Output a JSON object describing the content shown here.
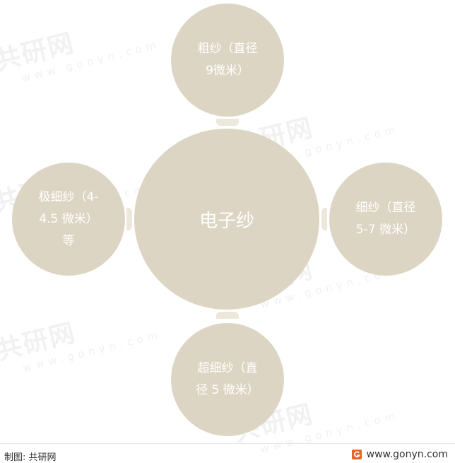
{
  "watermark": {
    "cn": "共研网",
    "en": "www.gonyn.com"
  },
  "center": {
    "label": "电子纱"
  },
  "nodes": {
    "top": {
      "line1": "粗纱（直径",
      "line2": "9微米）"
    },
    "right": {
      "line1": "细纱（直径",
      "line2": "5-7 微米）"
    },
    "bottom": {
      "line1": "超细纱（直",
      "line2": "径 5 微米）"
    },
    "left": {
      "line1": "极细纱（4-",
      "line2": "4.5 微米）",
      "line3": "等"
    }
  },
  "footer": {
    "source": "制图: 共研网",
    "url": "www.gonyn.com"
  },
  "colors": {
    "node": "#ddd5c3",
    "connector": "#ede7dc",
    "logo": "#e8632a"
  }
}
